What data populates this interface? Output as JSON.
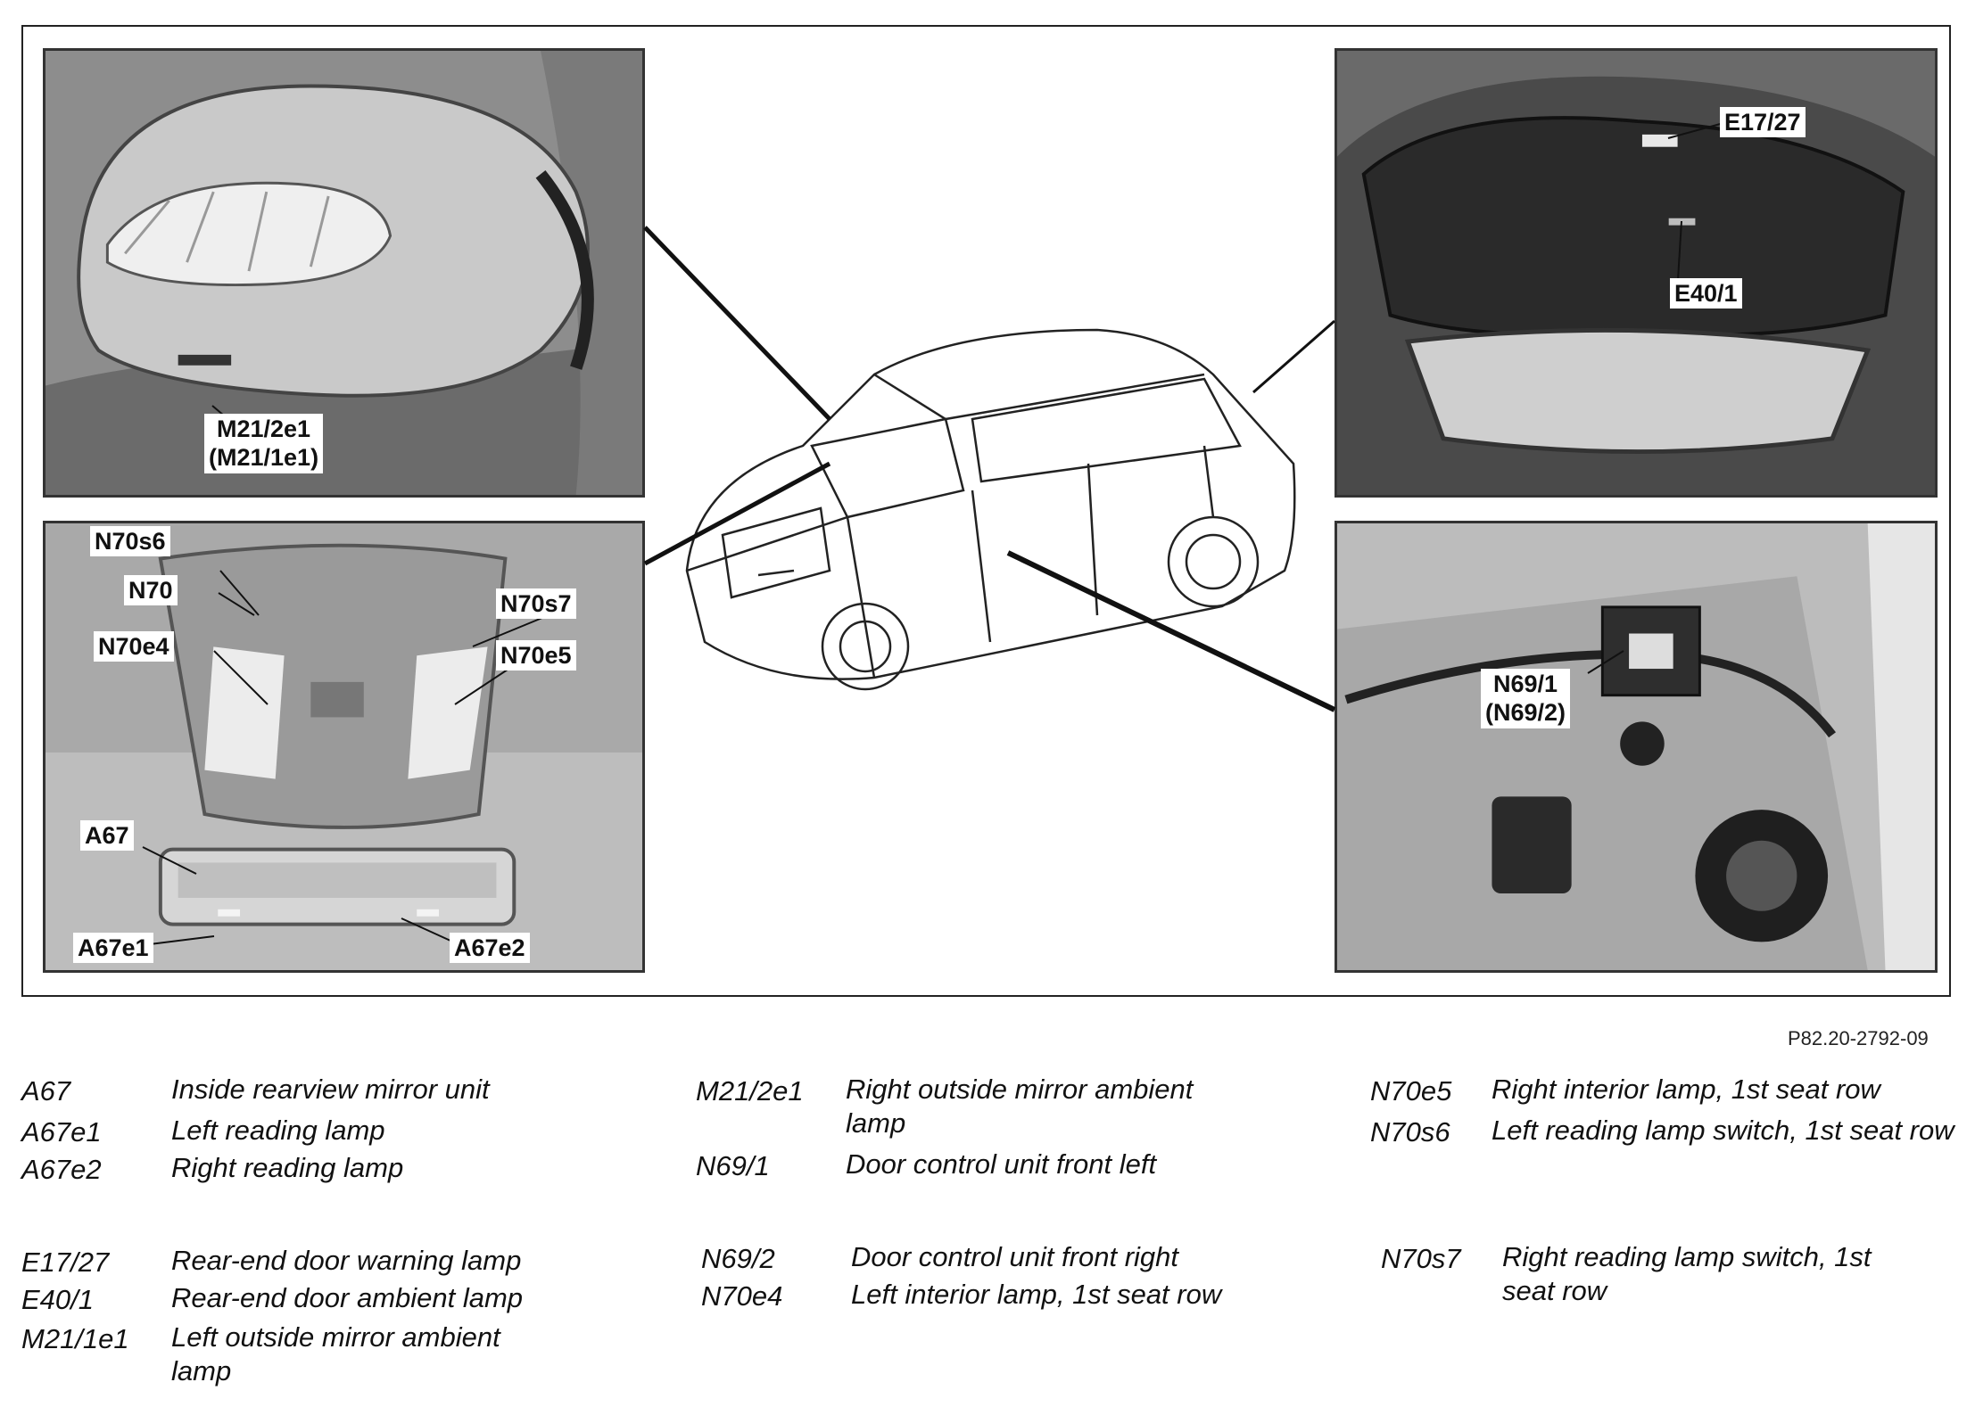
{
  "callouts": {
    "mirror_main": "M21/2e1",
    "mirror_alt": "(M21/1e1)",
    "tailgate_warning": "E17/27",
    "tailgate_ambient": "E40/1",
    "overhead_n70s6": "N70s6",
    "overhead_n70": "N70",
    "overhead_n70e4": "N70e4",
    "overhead_n70s7": "N70s7",
    "overhead_n70e5": "N70e5",
    "overhead_a67": "A67",
    "overhead_a67e1": "A67e1",
    "overhead_a67e2": "A67e2",
    "door_main": "N69/1",
    "door_alt": "(N69/2)"
  },
  "figure_code": "P82.20-2792-09",
  "legend": [
    {
      "code": "A67",
      "desc": "Inside rearview mirror unit"
    },
    {
      "code": "A67e1",
      "desc": "Left reading lamp"
    },
    {
      "code": "A67e2",
      "desc": "Right reading lamp"
    },
    {
      "code": "E17/27",
      "desc": "Rear-end door warning lamp"
    },
    {
      "code": "E40/1",
      "desc": "Rear-end door ambient lamp"
    },
    {
      "code": "M21/1e1",
      "desc": "Left outside mirror ambient lamp"
    },
    {
      "code": "M21/2e1",
      "desc": "Right outside mirror ambient lamp"
    },
    {
      "code": "N69/1",
      "desc": "Door control unit front left"
    },
    {
      "code": "N69/2",
      "desc": "Door control unit front right"
    },
    {
      "code": "N70e4",
      "desc": "Left interior lamp, 1st seat row"
    },
    {
      "code": "N70e5",
      "desc": "Right interior lamp, 1st seat row"
    },
    {
      "code": "N70s6",
      "desc": "Left reading lamp switch, 1st seat row"
    },
    {
      "code": "N70s7",
      "desc": "Right reading lamp switch, 1st seat row"
    }
  ]
}
